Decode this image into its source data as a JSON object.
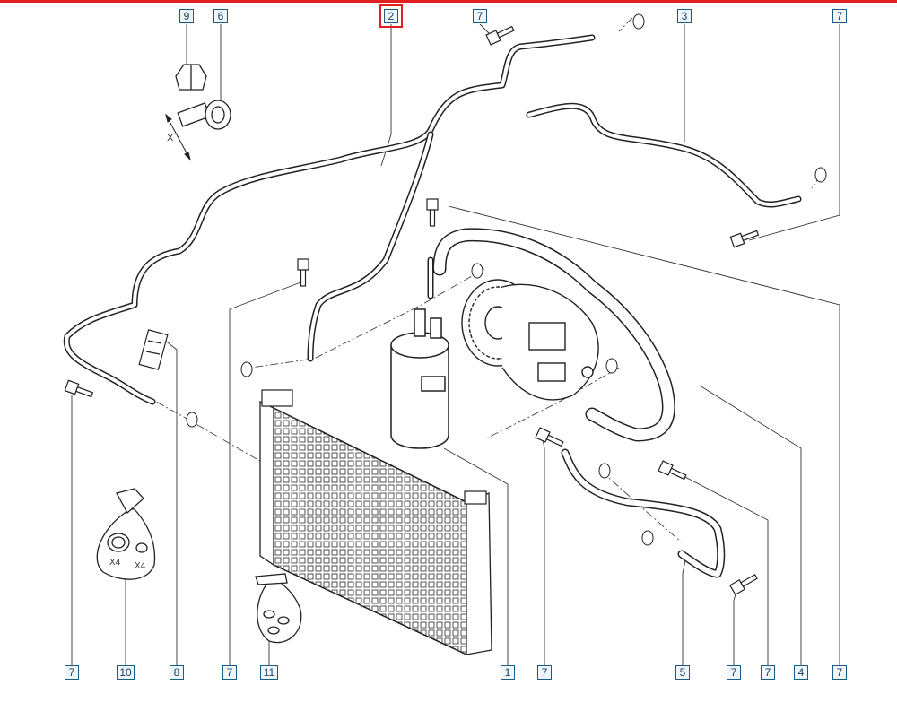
{
  "diagram": {
    "selected_callout": "2",
    "colors": {
      "accent": "#e02020",
      "callout_border": "#1a5d84",
      "line": "#222222",
      "leader": "#333333"
    },
    "callouts_top": [
      {
        "id": "c-9",
        "label": "9"
      },
      {
        "id": "c-6",
        "label": "6"
      },
      {
        "id": "c-2",
        "label": "2"
      },
      {
        "id": "c-7a",
        "label": "7"
      },
      {
        "id": "c-3",
        "label": "3"
      },
      {
        "id": "c-7b",
        "label": "7"
      }
    ],
    "callouts_bottom": [
      {
        "id": "c-7c",
        "label": "7"
      },
      {
        "id": "c-10",
        "label": "10"
      },
      {
        "id": "c-8",
        "label": "8"
      },
      {
        "id": "c-7d",
        "label": "7"
      },
      {
        "id": "c-11",
        "label": "11"
      },
      {
        "id": "c-1",
        "label": "1"
      },
      {
        "id": "c-7e",
        "label": "7"
      },
      {
        "id": "c-5",
        "label": "5"
      },
      {
        "id": "c-7f",
        "label": "7"
      },
      {
        "id": "c-7g",
        "label": "7"
      },
      {
        "id": "c-4",
        "label": "4"
      },
      {
        "id": "c-7h",
        "label": "7"
      }
    ],
    "annotations": {
      "qty_left": "X4",
      "qty_right": "X4",
      "dimension": "X"
    }
  }
}
